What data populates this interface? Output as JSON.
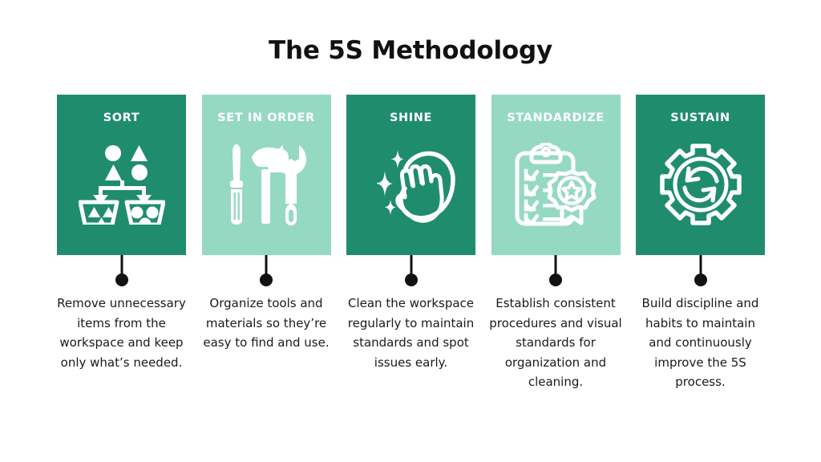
{
  "header": {
    "title": "The 5S Methodology"
  },
  "colors": {
    "dark_green": "#1F8D6D",
    "light_green": "#96D9C2",
    "card_text": "#FFFFFF",
    "body_text": "#1A1A1A",
    "connector": "#111111",
    "background": "#FFFFFF"
  },
  "steps": [
    {
      "label": "SORT",
      "icon": "sort-shapes-into-bins-icon",
      "card_color": "#1F8D6D",
      "description": "Remove unnecessary items from the workspace and keep only what’s needed."
    },
    {
      "label": "SET IN ORDER",
      "icon": "tools-screwdriver-hammer-wrench-icon",
      "card_color": "#96D9C2",
      "description": "Organize tools and materials so they’re easy to find and use."
    },
    {
      "label": "SHINE",
      "icon": "hand-cleaning-cloth-sparkle-icon",
      "card_color": "#1F8D6D",
      "description": "Clean the workspace regularly to maintain standards and spot issues early."
    },
    {
      "label": "STANDARDIZE",
      "icon": "clipboard-checklist-award-icon",
      "card_color": "#96D9C2",
      "description": "Establish consistent procedures and visual standards for organization and cleaning."
    },
    {
      "label": "SUSTAIN",
      "icon": "gear-refresh-cycle-icon",
      "card_color": "#1F8D6D",
      "description": "Build discipline and habits to maintain and continuously improve the 5S process."
    }
  ]
}
